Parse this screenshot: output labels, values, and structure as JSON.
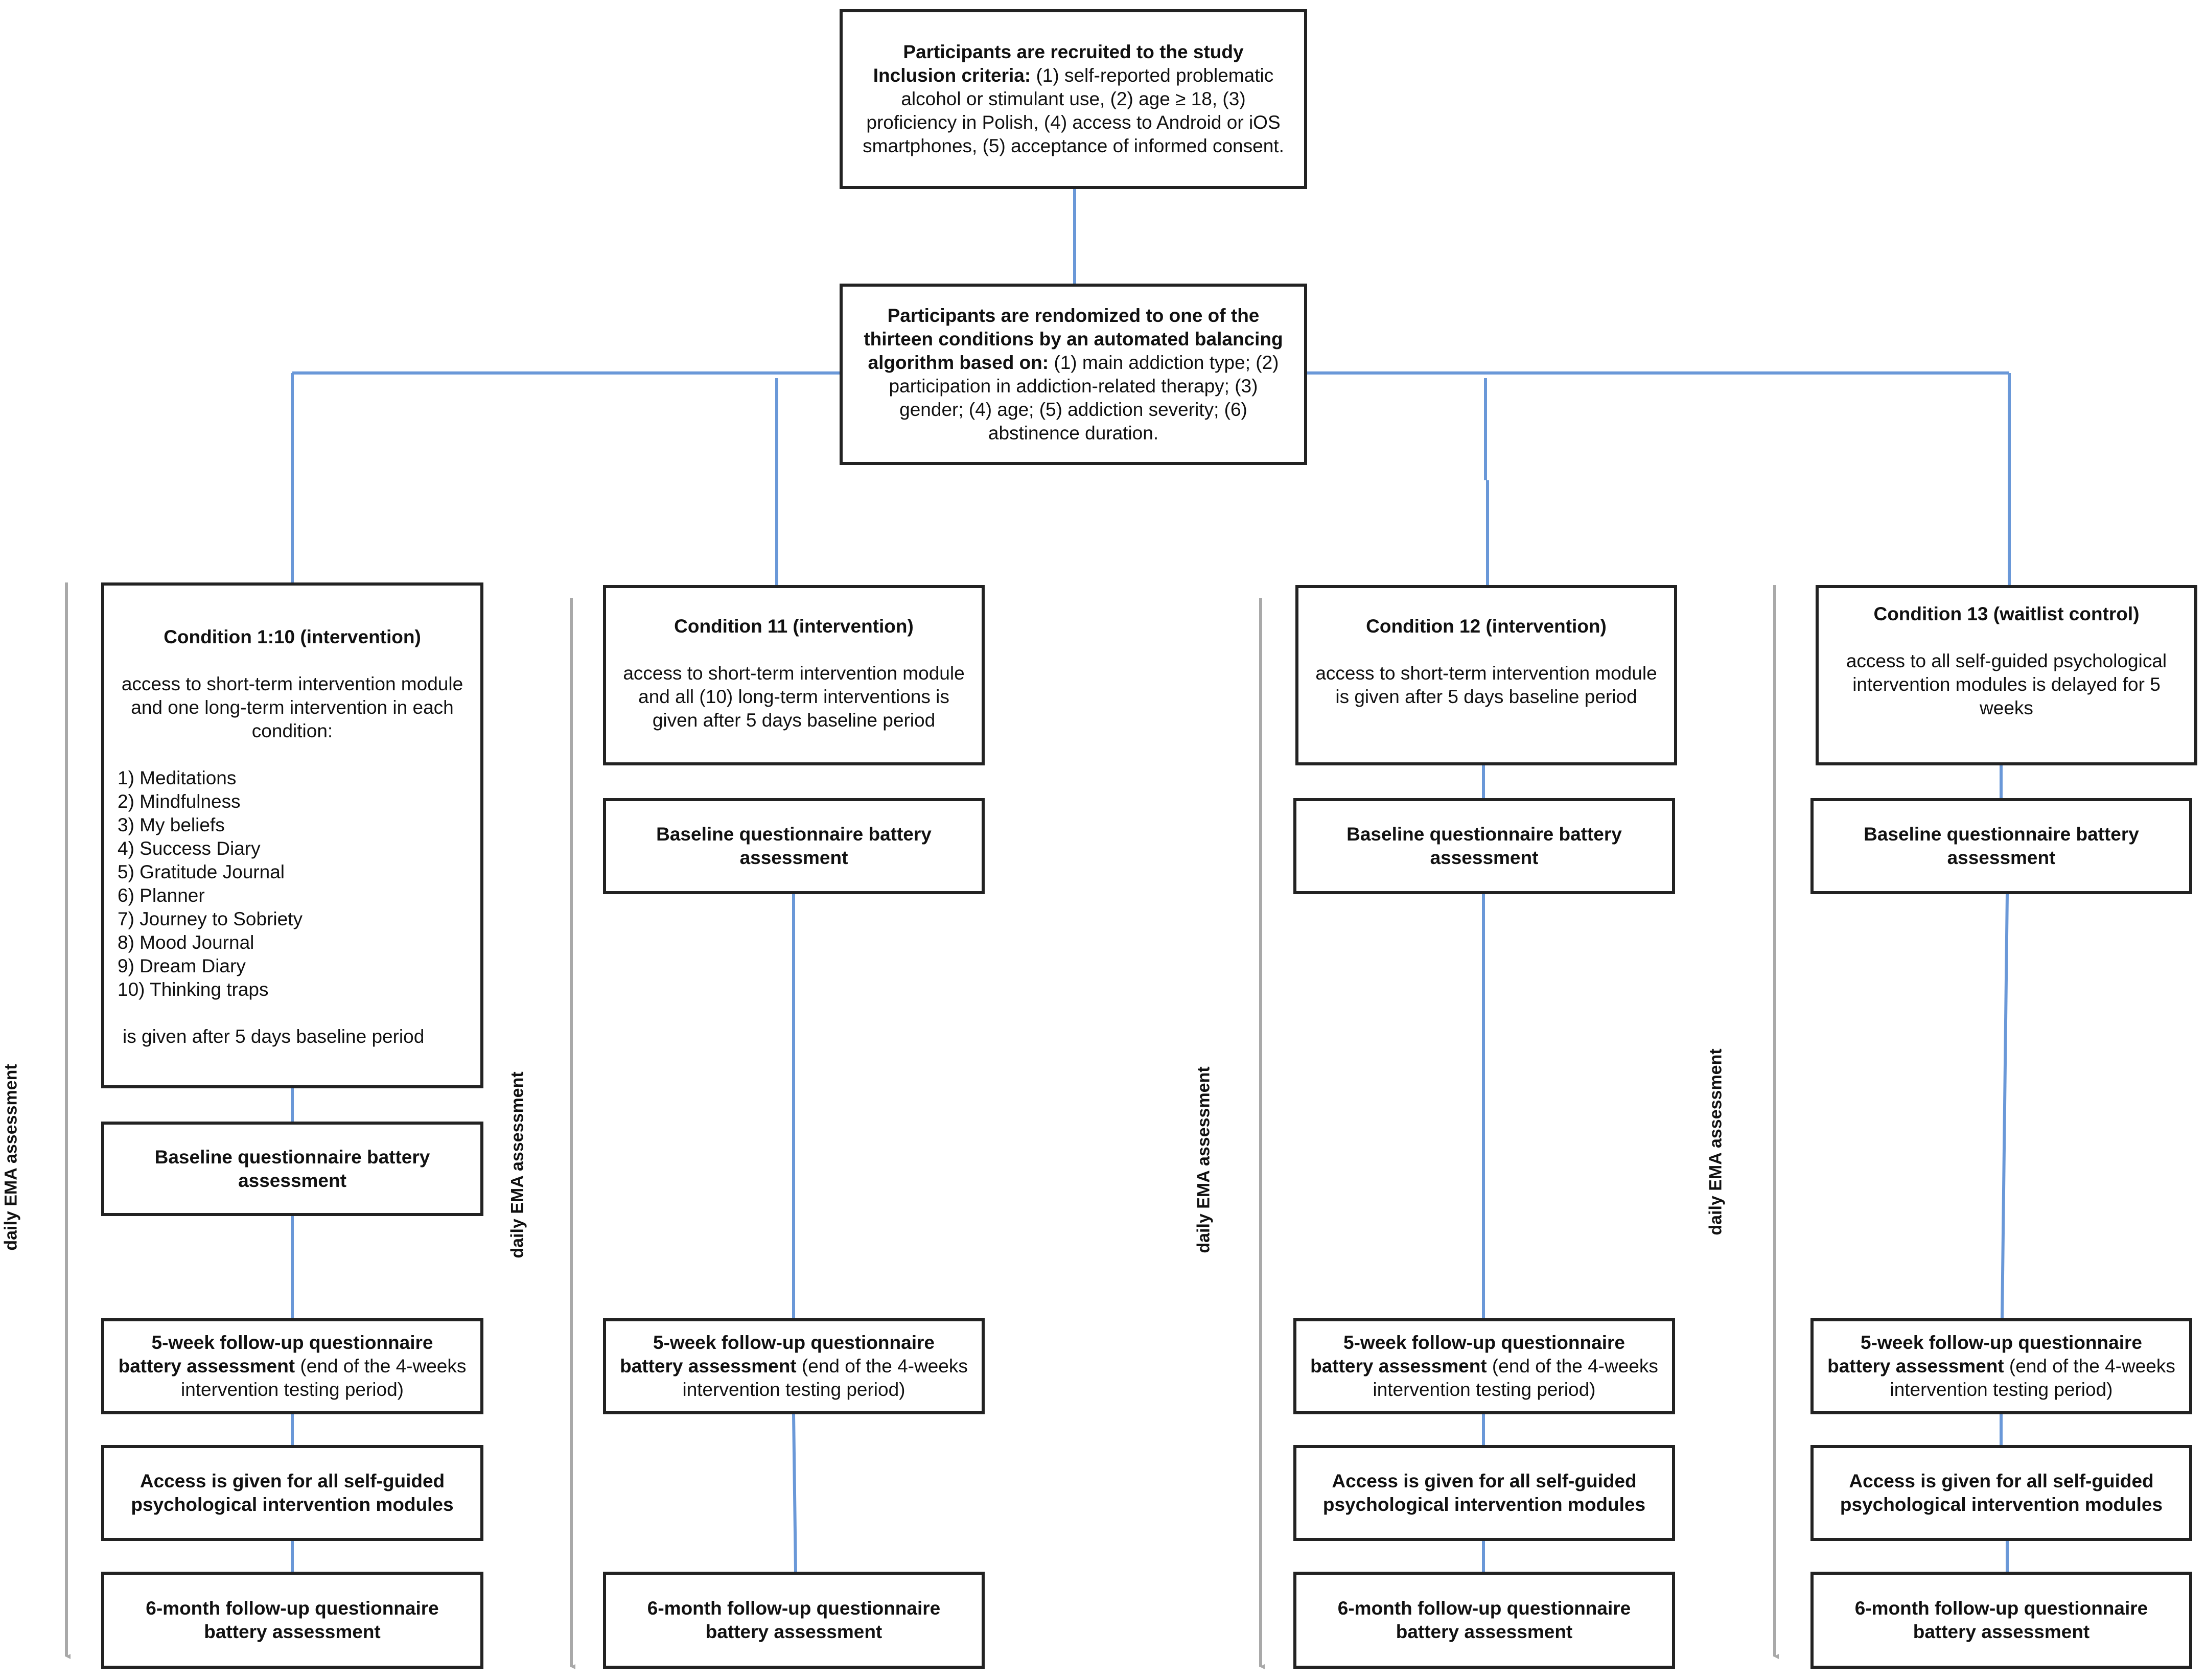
{
  "colors": {
    "connector": "#6a98d8",
    "ema_arrow": "#a9a9a9",
    "border": "#222222"
  },
  "recruit": {
    "title": "Participants are recruited to the study",
    "criteria_label": "Inclusion criteria:",
    "criteria_text": " (1) self-reported problematic alcohol or stimulant use, (2) age ≥ 18, (3) proficiency in Polish, (4) access to Android or iOS smartphones, (5) acceptance of informed consent."
  },
  "randomize": {
    "bold_text": "Participants are rendomized to one of the thirteen conditions by an automated balancing algorithm based on:",
    "plain_text": " (1) main addiction type; (2) participation in addiction-related therapy; (3) gender; (4) age; (5) addiction severity; (6) abstinence duration."
  },
  "ema_label": "daily EMA assessment",
  "cond1": {
    "title": "Condition 1:10 (intervention)",
    "intro": "access to short-term intervention module and one long-term intervention in each condition:",
    "items": [
      "1) Meditations",
      "2) Mindfulness",
      "3) My beliefs",
      "4) Success Diary",
      "5) Gratitude Journal",
      "6) Planner",
      "7) Journey to Sobriety",
      "8) Mood Journal",
      "9) Dream Diary",
      "10) Thinking traps"
    ],
    "outro": "is given after 5 days baseline period"
  },
  "cond11": {
    "title": "Condition 11 (intervention)",
    "text": "access to short-term intervention module and all (10) long-term interventions is given after 5 days baseline period"
  },
  "cond12": {
    "title": "Condition 12 (intervention)",
    "text": "access to short-term intervention module is given after 5 days baseline period"
  },
  "cond13": {
    "title": "Condition 13 (waitlist control)",
    "text": "access to all self-guided psychological intervention modules is delayed for 5 weeks"
  },
  "baseline": "Baseline questionnaire battery assessment",
  "followup5": {
    "bold": "5-week follow-up questionnaire battery assessment",
    "plain": " (end of the 4-weeks intervention testing period)"
  },
  "access": "Access is given for all self-guided psychological intervention modules",
  "followup6": "6-month follow-up questionnaire battery assessment"
}
